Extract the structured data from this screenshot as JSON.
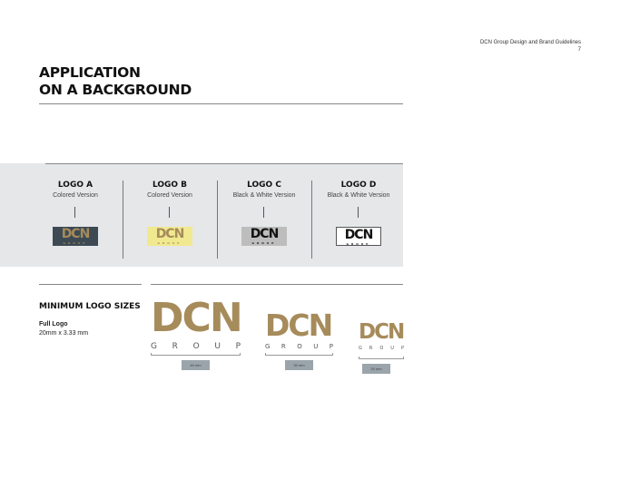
{
  "header": {
    "doc_title": "DCN Group Design and Brand Guidelines",
    "page_number": "7"
  },
  "title": {
    "line1": "APPLICATION",
    "line2": "ON A BACKGROUND"
  },
  "logos": [
    {
      "name": "LOGO A",
      "desc": "Colored Version",
      "bg": "#3d4a54",
      "fg": "#a68b5b"
    },
    {
      "name": "LOGO B",
      "desc": "Colored Version",
      "bg": "#f1e98f",
      "fg": "#a68b5b"
    },
    {
      "name": "LOGO C",
      "desc": "Black & White Version",
      "bg": "#bdbdbd",
      "fg": "#111111"
    },
    {
      "name": "LOGO D",
      "desc": "Black & White Version",
      "bg": "#ffffff",
      "fg": "#111111"
    }
  ],
  "logo_text": {
    "mark": "DCN",
    "sub": "GROUP"
  },
  "min_sizes": {
    "heading": "MINIMUM LOGO SIZES",
    "label": "Full Logo",
    "dims": "20mm x 3.33 mm",
    "sizes": [
      "40 mm",
      "30 mm",
      "20 mm"
    ]
  },
  "colors": {
    "gold": "#a68b5b",
    "band": "#e5e7e9"
  }
}
